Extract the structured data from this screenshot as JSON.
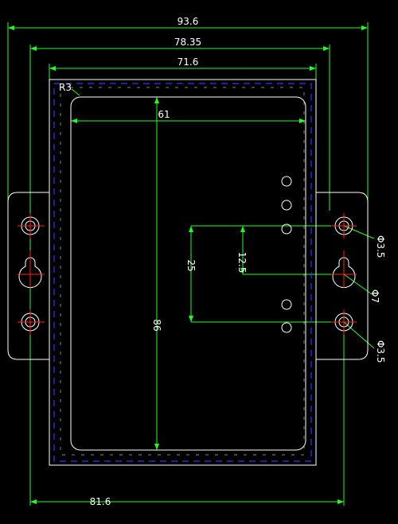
{
  "colors": {
    "background": "#000000",
    "outline": "#ffffff",
    "dimension": "#22ff22",
    "hidden": "#3333ff",
    "center": "#ff2020",
    "text": "#ffffff"
  },
  "dimensions": {
    "overall_width": "93.6",
    "mount_width": "78.35",
    "body_width": "71.6",
    "inner_width": "61",
    "inner_height": "86",
    "slot_spacing": "25",
    "half_spacing": "12.5",
    "bottom_width": "81.6"
  },
  "callouts": {
    "corner_radius": "R3",
    "hole_top": "Φ3.5",
    "slot": "Φ7",
    "hole_bottom": "Φ3.5"
  }
}
